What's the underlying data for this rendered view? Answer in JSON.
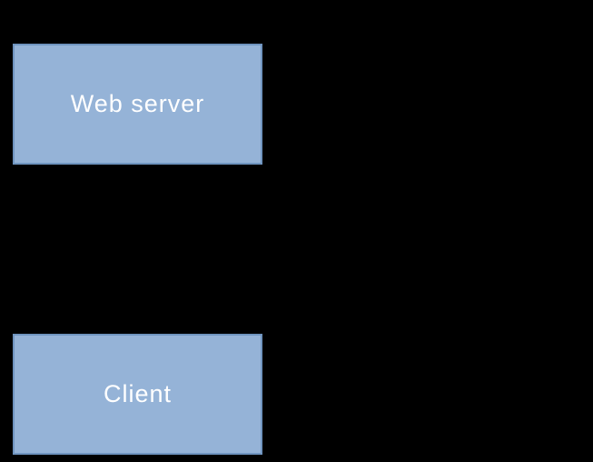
{
  "diagram": {
    "type": "node-diagram",
    "background_color": "#000000",
    "node_fill_color": "#95b3d7",
    "node_border_color": "#6f94bf",
    "node_text_color": "#ffffff",
    "nodes": [
      {
        "id": "web-server",
        "label": "Web server"
      },
      {
        "id": "client",
        "label": "Client"
      }
    ]
  }
}
